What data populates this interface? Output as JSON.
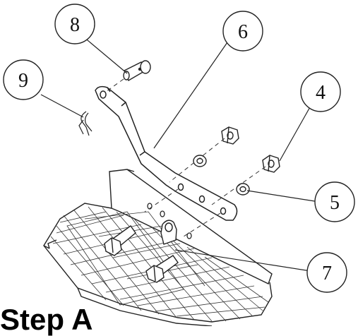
{
  "title": "Step A",
  "callouts": [
    {
      "id": "8",
      "label": "8"
    },
    {
      "id": "6",
      "label": "6"
    },
    {
      "id": "9",
      "label": "9"
    },
    {
      "id": "4",
      "label": "4"
    },
    {
      "id": "5",
      "label": "5"
    },
    {
      "id": "7",
      "label": "7"
    }
  ],
  "colors": {
    "line": "#222222",
    "background": "#ffffff"
  }
}
